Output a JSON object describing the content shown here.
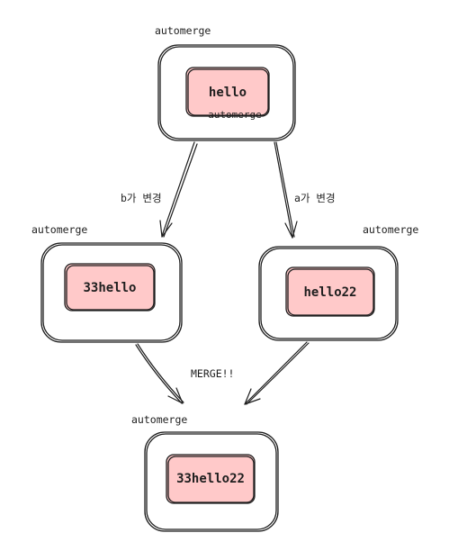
{
  "colors": {
    "inner_fill": "#ffc9c9",
    "stroke": "#1e1e1e",
    "background": "#ffffff"
  },
  "nodes": {
    "top": {
      "caption": "automerge",
      "value": "hello",
      "overlap_caption": "automerge"
    },
    "left": {
      "caption": "automerge",
      "value": "33hello"
    },
    "right": {
      "caption": "automerge",
      "value": "hello22"
    },
    "bottom": {
      "caption": "automerge",
      "value": "33hello22"
    }
  },
  "edges": {
    "top_to_left_label": "b가 변경",
    "top_to_right_label": "a가 변경",
    "merge_label": "MERGE!!"
  }
}
